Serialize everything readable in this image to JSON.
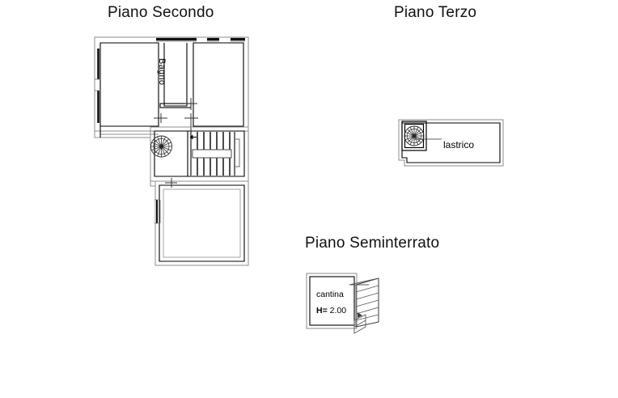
{
  "document": {
    "kind": "floor-plan-drawing",
    "background_color": "#ffffff",
    "line_color": "#000000",
    "thin_line_color": "#8c8c8c"
  },
  "plans": {
    "second_floor": {
      "title": "Piano Secondo",
      "rooms": [
        {
          "name": "bagno",
          "label": "Bagno",
          "orientation": "vertical"
        }
      ],
      "features": [
        "spiral-staircase",
        "dogleg-staircase",
        "terrace",
        "windows",
        "doors"
      ]
    },
    "third_floor": {
      "title": "Piano Terzo",
      "rooms": [
        {
          "name": "lastrico",
          "label": "lastrico",
          "orientation": "horizontal"
        }
      ],
      "features": [
        "spiral-staircase"
      ]
    },
    "basement": {
      "title": "Piano Seminterrato",
      "rooms": [
        {
          "name": "cantina",
          "label": "cantina",
          "orientation": "horizontal"
        }
      ],
      "annotations": [
        {
          "name": "ceiling-height",
          "prefix": "H=",
          "value": "2.00"
        }
      ],
      "features": [
        "perspective-staircase"
      ]
    }
  }
}
